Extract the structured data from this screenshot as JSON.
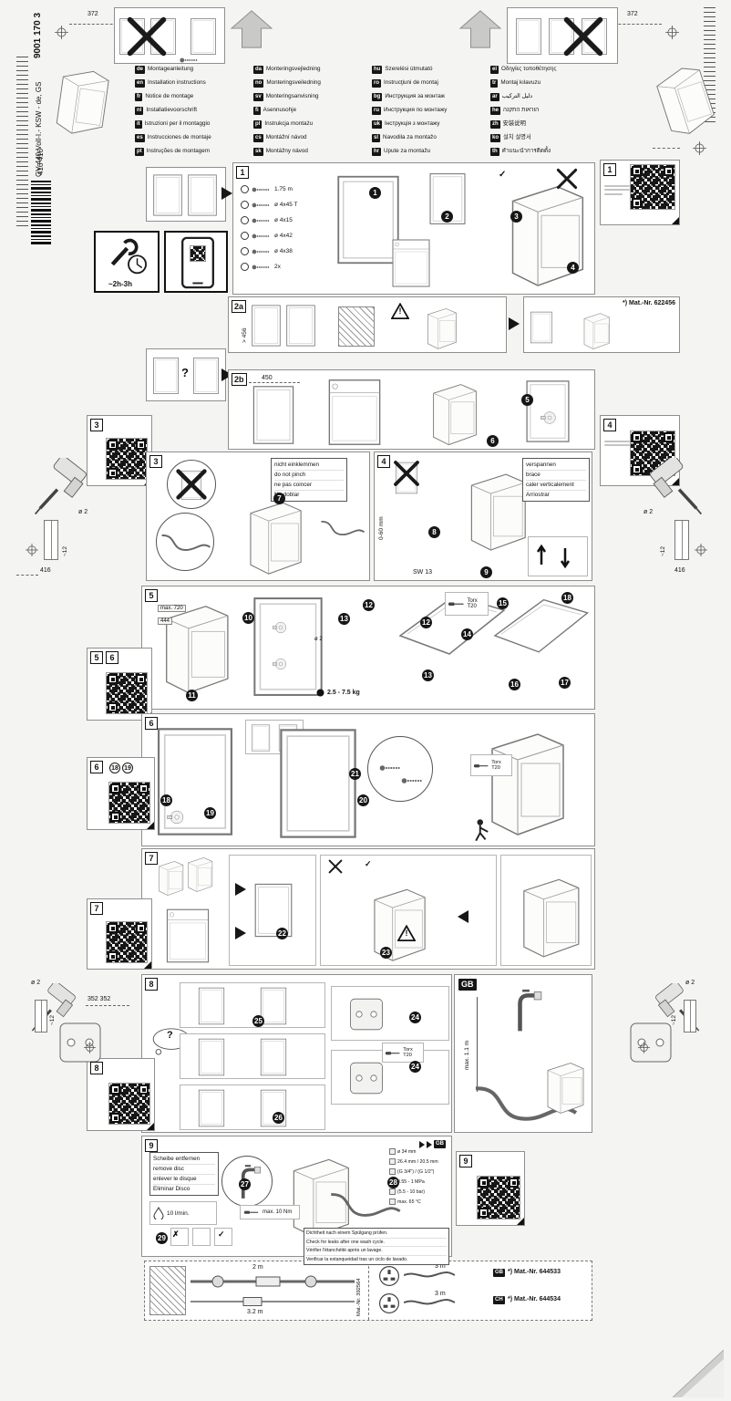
{
  "edge": {
    "doc_number": "9001 170 3",
    "model_code": "GV 440 Voll-I.- KSW - de, GS",
    "reg_number": "416 416"
  },
  "header": {
    "dim_left": "372",
    "dim_right": "372"
  },
  "time": {
    "duration": "~2h-3h"
  },
  "marks": {
    "check": "✓",
    "cross": "✗",
    "question": "?",
    "warning": "!"
  },
  "steps": {
    "s1": "1",
    "s2a": "2a",
    "s2b": "2b",
    "s3": "3",
    "s4": "4",
    "s5": "5",
    "s6": "6",
    "s7": "7",
    "s8": "8",
    "s9": "9",
    "gb": "GB"
  },
  "circ": [
    "1",
    "2",
    "3",
    "4",
    "5",
    "6",
    "7",
    "8",
    "9",
    "10",
    "11",
    "12",
    "13",
    "14",
    "15",
    "16",
    "17",
    "18",
    "19",
    "20",
    "21",
    "22",
    "23",
    "24",
    "25",
    "26",
    "27",
    "28",
    "29"
  ],
  "languages": [
    {
      "code": "de",
      "title": "Montageanleitung"
    },
    {
      "code": "en",
      "title": "Installation instructions"
    },
    {
      "code": "fr",
      "title": "Notice de montage"
    },
    {
      "code": "nl",
      "title": "Installatievoorschrift"
    },
    {
      "code": "it",
      "title": "Istruzioni per il montaggio"
    },
    {
      "code": "es",
      "title": "Instrucciones de montaje"
    },
    {
      "code": "pt",
      "title": "Instruções de montagem"
    },
    {
      "code": "da",
      "title": "Monteringsvejledning"
    },
    {
      "code": "no",
      "title": "Monteringsveiledning"
    },
    {
      "code": "sv",
      "title": "Monteringsanvisning"
    },
    {
      "code": "fi",
      "title": "Asennusohje"
    },
    {
      "code": "pl",
      "title": "Instrukcja montażu"
    },
    {
      "code": "cs",
      "title": "Montážní návod"
    },
    {
      "code": "sk",
      "title": "Montážny návod"
    },
    {
      "code": "hu",
      "title": "Szerelési útmutató"
    },
    {
      "code": "ro",
      "title": "Instrucţiuni de montaj"
    },
    {
      "code": "bg",
      "title": "Инструкция за монтаж"
    },
    {
      "code": "ru",
      "title": "Инструкция по монтажу"
    },
    {
      "code": "uk",
      "title": "Інструкція з монтажу"
    },
    {
      "code": "sl",
      "title": "Navodila za montažo"
    },
    {
      "code": "hr",
      "title": "Upute za montažu"
    },
    {
      "code": "el",
      "title": "Οδηγίες τοποθέτησης"
    },
    {
      "code": "tr",
      "title": "Montaj kılavuzu"
    },
    {
      "code": "ar",
      "title": "دليل التركيب"
    },
    {
      "code": "he",
      "title": "הוראות התקנה"
    },
    {
      "code": "zh",
      "title": "安装说明"
    },
    {
      "code": "ko",
      "title": "설치 설명서"
    },
    {
      "code": "th",
      "title": "คำแนะนำการติดตั้ง"
    }
  ],
  "parts": [
    {
      "label": "1.75 m"
    },
    {
      "label": "ø 4x45 T"
    },
    {
      "label": "ø 4x15"
    },
    {
      "label": "ø 4x42"
    },
    {
      "label": "ø 4x38"
    },
    {
      "label": "2x"
    }
  ],
  "notes": {
    "pinch": [
      "nicht einklemmen",
      "do not pinch",
      "ne pas coincer",
      "No doblar"
    ],
    "brace": [
      "verspannen",
      "brace",
      "caler verticalement",
      "Arriostrar"
    ],
    "disc": [
      "Scheibe entfernen",
      "remove disc",
      "enlever le disque",
      "Eliminar Disco"
    ],
    "leak": [
      "Dichtheit nach einem Spülgang prüfen.",
      "Check for leaks after one wash cycle.",
      "Vérifier l'étanchéité après un lavage.",
      "Verificar la estanqueidad tras un ciclo de lavado."
    ]
  },
  "tools": {
    "hex": "SW 13",
    "torx": "Torx T20"
  },
  "mat": {
    "panel": "*) Mat.-Nr. 622456",
    "cord_gb": "*) Mat.-Nr. 644533",
    "cord_ch": "*) Mat.-Nr. 644534",
    "hose": "Mat.-Nr. 392564"
  },
  "dims": {
    "niche_min": "> 456",
    "niche_width": "450",
    "panel_width": "444",
    "panel_max": "max. 720",
    "adjust_range": "0-60 mm",
    "drill_dia": "ø 2",
    "drill_depth": "~12",
    "edge_416": "416",
    "hinge_pitch": "352 352",
    "door_weight": "2.5 - 7.5 kg",
    "hose_length": "max. 1.1 m",
    "torque": "max. 10 Nm",
    "flow": "10 l/min.",
    "supply_2m": "2 m",
    "supply_32m": "3.2 m",
    "cord_a": "3 m",
    "cord_b": "3 m"
  },
  "specs": [
    "ø 34 mm",
    "26.4 mm / 20.5 mm",
    "(G 3/4\") / (G 1/2\")",
    "0.55 - 1 MPa",
    "(5.5 - 10 bar)",
    "max. 65 °C"
  ],
  "country": {
    "gb": "GB",
    "ch": "CH"
  }
}
